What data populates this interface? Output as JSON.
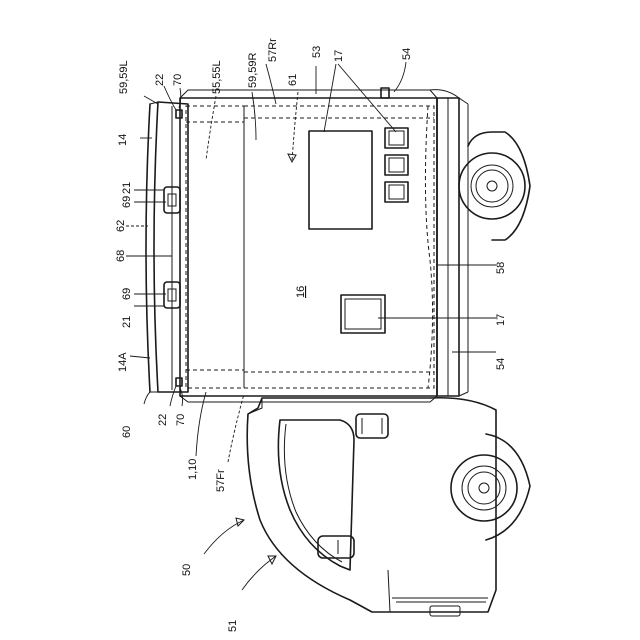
{
  "labels": {
    "ref_59L": "59,59L",
    "ref_55": "55,55L",
    "ref_59R": "59,59R",
    "ref_57Rr": "57Rr",
    "ref_53": "53",
    "ref_54_top": "54",
    "ref_22_top": "22",
    "ref_70_top": "70",
    "ref_61": "61",
    "ref_17_top": "17",
    "ref_14": "14",
    "ref_21_top": "21",
    "ref_69_top": "69",
    "ref_62": "62",
    "ref_68": "68",
    "ref_69_bot": "69",
    "ref_21_bot": "21",
    "ref_16": "16",
    "ref_58": "58",
    "ref_17_bot": "17",
    "ref_14A": "14A",
    "ref_54_bot": "54",
    "ref_60": "60",
    "ref_22_bot": "22",
    "ref_70_bot": "70",
    "ref_1_10": "1,10",
    "ref_57Fr": "57Fr",
    "ref_50": "50",
    "ref_51": "51"
  },
  "colors": {
    "line": "#1a1a1a",
    "background": "#ffffff"
  }
}
